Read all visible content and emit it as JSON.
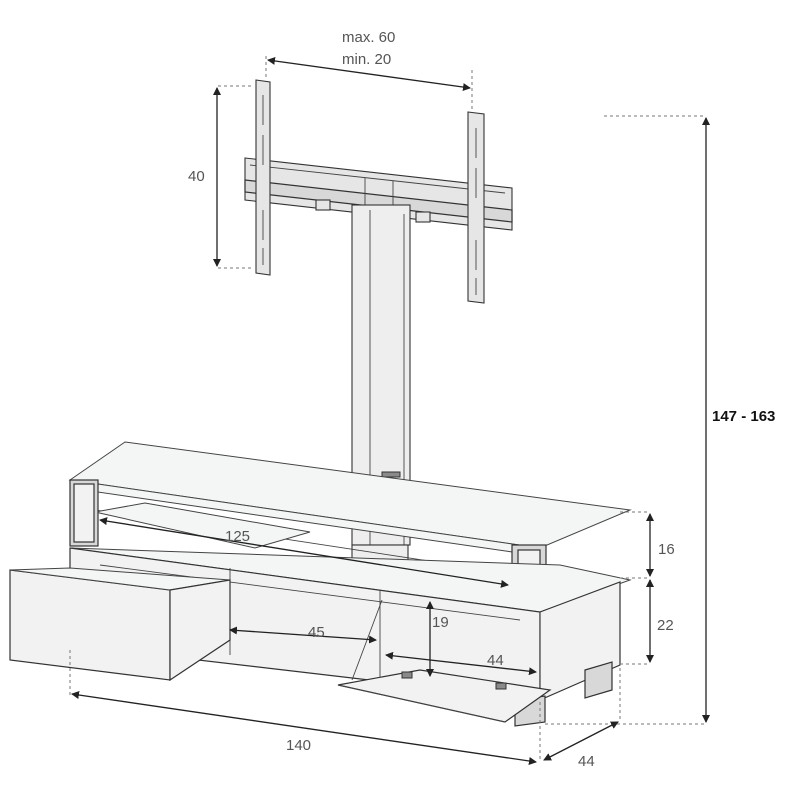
{
  "dimensions": {
    "bracket_width_max": "max. 60",
    "bracket_width_min": "min. 20",
    "bracket_height": "40",
    "total_height": "147 - 163",
    "upper_shelf_depth": "125",
    "upper_shelf_height": "16",
    "lower_body_height": "22",
    "drawer_opening_width": "45",
    "inner_height": "19",
    "compartment_width": "44",
    "overall_width": "140",
    "overall_depth": "44"
  }
}
